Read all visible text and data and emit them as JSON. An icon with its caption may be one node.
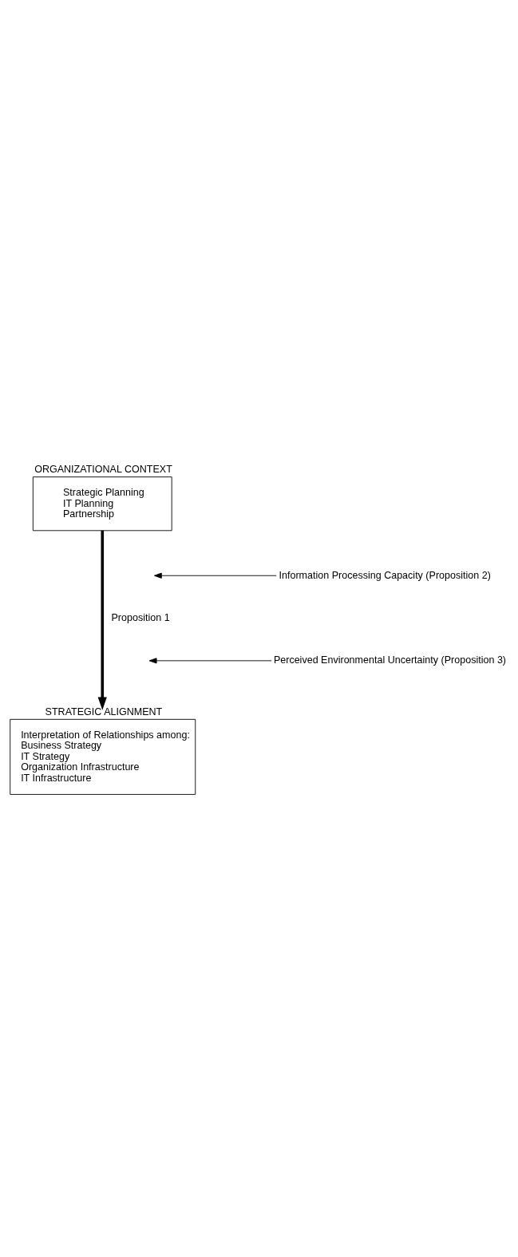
{
  "diagram": {
    "nodes": [
      {
        "text": [
          "ORGANIZATIONAL CONTEXT",
          "Strategic Planning",
          "IT Planning",
          "Partnership"
        ]
      },
      {
        "text": [
          "STRATEGIC ALIGNMENT",
          "Interpretation of Relationships among:",
          "Business Strategy",
          "IT Strategy",
          "Organization Infrastructure",
          "IT Infrastructure"
        ]
      },
      {
        "text": [
          "Information Processing Capacity (Proposition 2)"
        ]
      },
      {
        "text": [
          "Perceived Environmental Uncertainty (Proposition 3)"
        ]
      }
    ],
    "edges": [
      {
        "from": 0,
        "to": 1,
        "arrow": "to",
        "label": "Proposition 1",
        "style": "thick"
      },
      {
        "from": 2,
        "to": null,
        "arrow": "to"
      },
      {
        "from": 3,
        "to": null,
        "arrow": "to"
      }
    ]
  }
}
